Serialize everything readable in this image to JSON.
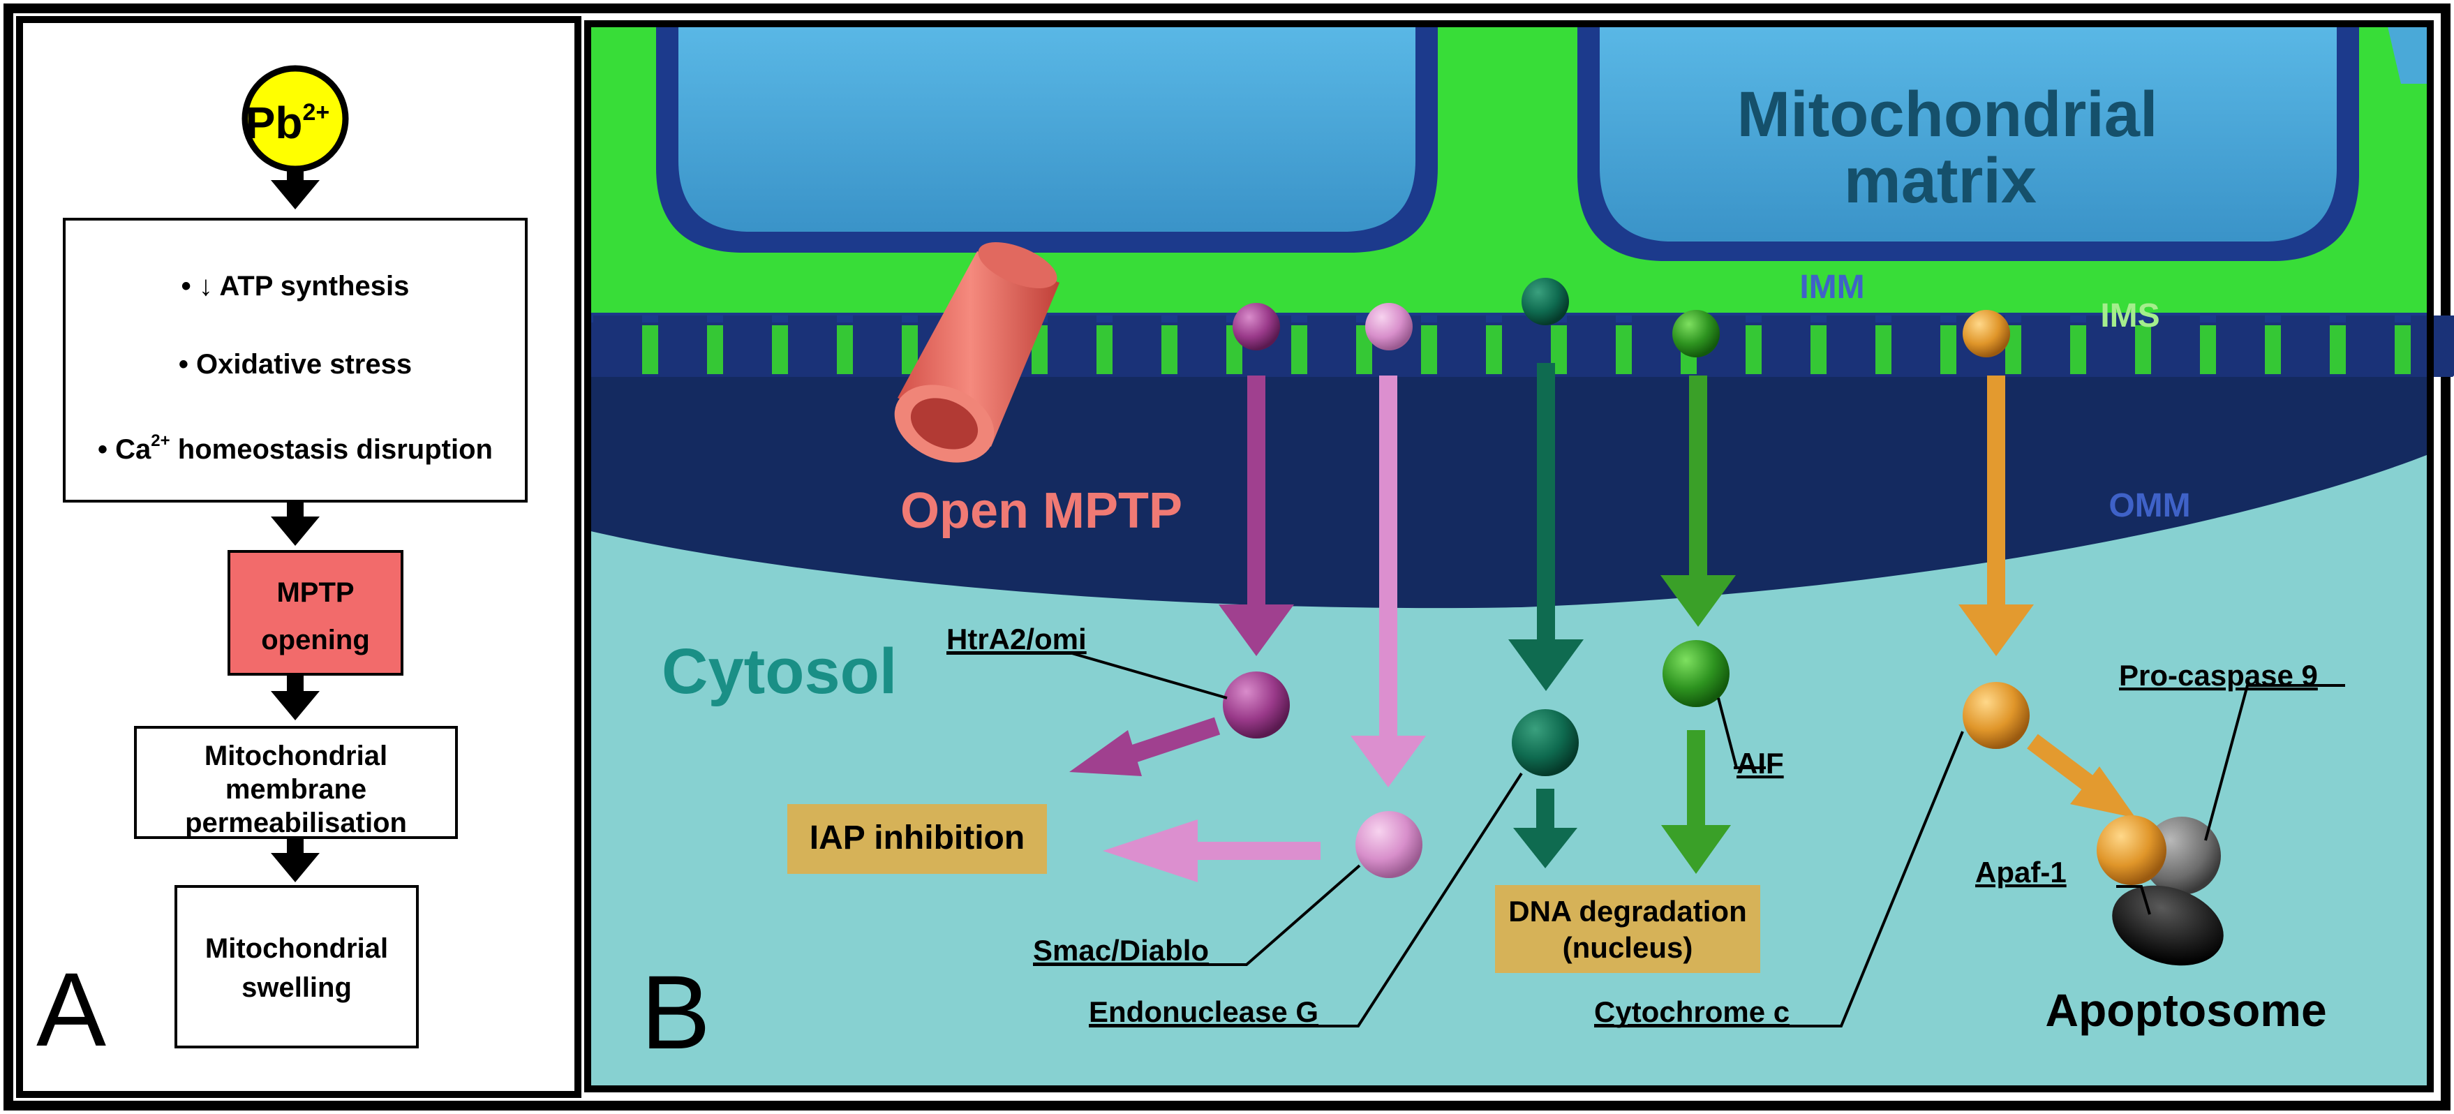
{
  "panel_a": {
    "panel_letter": "A",
    "ion": {
      "base": "Pb",
      "charge": "2+"
    },
    "effects": {
      "atp": "• ↓ ATP synthesis",
      "oxidative": "• Oxidative stress",
      "calcium_pre": "• Ca",
      "calcium_sup": "2+",
      "calcium_post": " homeostasis disruption"
    },
    "mptp_opening": [
      "MPTP",
      "opening"
    ],
    "permeabilisation": [
      "Mitochondrial",
      "membrane",
      "permeabilisation"
    ],
    "swelling": [
      "Mitochondrial",
      "swelling"
    ]
  },
  "panel_b": {
    "panel_letter": "B",
    "matrix_label": [
      "Mitochondrial",
      "matrix"
    ],
    "imm": "IMM",
    "ims": "IMS",
    "omm": "OMM",
    "open_mptp": "Open MPTP",
    "cytosol": "Cytosol",
    "htra2": "HtrA2/omi",
    "smac": "Smac/Diablo",
    "endonuclease": "Endonuclease G",
    "aif": "AIF",
    "cytochrome": "Cytochrome c",
    "iap_inhibition": "IAP inhibition",
    "dna_degradation": [
      "DNA degradation",
      "(nucleus)"
    ],
    "pro_caspase": "Pro-caspase 9",
    "apaf": "Apaf-1",
    "apoptosome": "Apoptosome"
  },
  "colors": {
    "pb_yellow": "#ffff00",
    "mptp_red": "#f06b6b",
    "htra2_purple": "#a0408f",
    "smac_pink": "#dc8fcf",
    "endog_teal": "#0f6b50",
    "aif_green": "#3aa028",
    "cytc_orange": "#e39a2f",
    "cytosol": "#87d1d1",
    "membrane_navy": "#1a2f6b",
    "ims_green": "#38dd38",
    "matrix_blue": "#4aa9d8",
    "label_tan": "#d6b258"
  }
}
